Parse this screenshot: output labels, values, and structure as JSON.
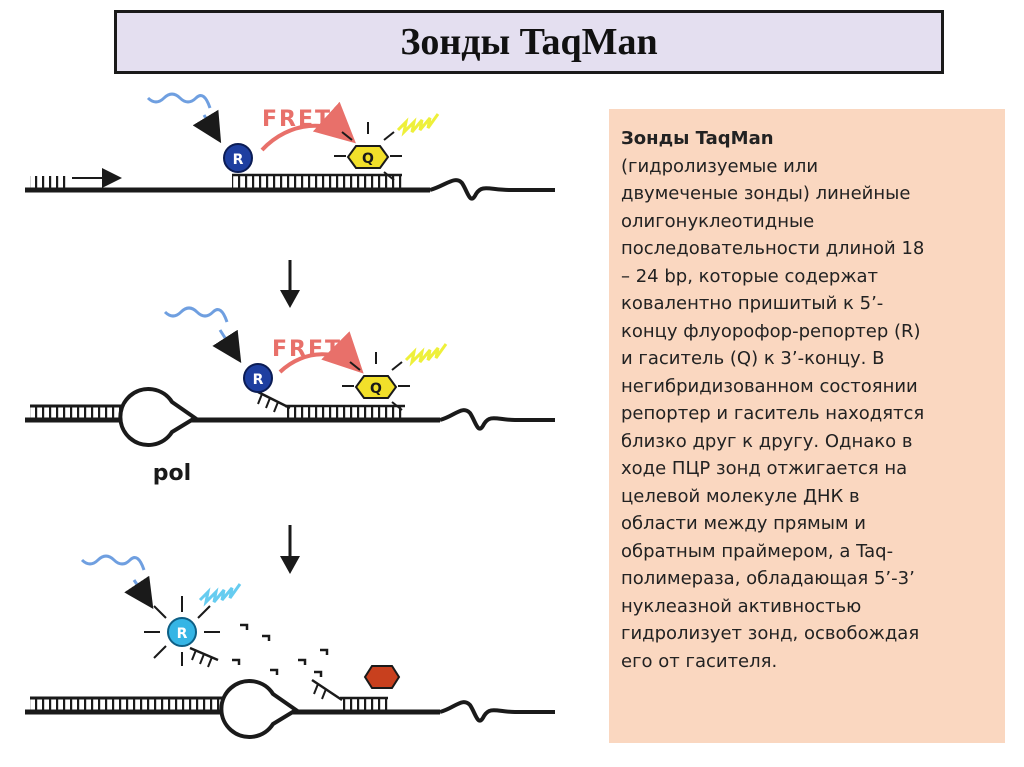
{
  "title": "Зонды TaqMan",
  "panel": {
    "heading": "Зонды TaqMan",
    "body": "(гидролизуемые или\nдвумеченые зонды) линейные\nолигонуклеотидные\nпоследовательности длиной 18\n– 24 bp, которые содержат\nковалентно пришитый к 5’-\nконцу флуорофор-репортер (R)\nи гаситель (Q) к 3’-концу. В\nнегибридизованном состоянии\nрепортер и  гаситель находятся\nблизко друг к другу. Однако в\nходе ПЦР зонд отжигается на\nцелевой молекуле ДНК в\nобласти между прямым и\nобратным праймером, а Taq-\nполимераза, обладающая 5’-3’\nнуклеазной активностью\nгидролизует зонд, освобождая\nего от гасителя."
  },
  "diagram": {
    "fret_label": "FRET",
    "reporter_label": "R",
    "quencher_label": "Q",
    "polymerase_label": "pol"
  },
  "colors": {
    "title_bg": "#e4dff0",
    "panel_bg": "#fad7c0",
    "reporter": "#1e3fa0",
    "reporter_free": "#35b5e5",
    "quencher": "#f2e02a",
    "quencher_cleaved": "#c8401e",
    "fret_arrow": "#e8706a",
    "emission": "#eef03a",
    "excitation": "#6f9fe0"
  }
}
